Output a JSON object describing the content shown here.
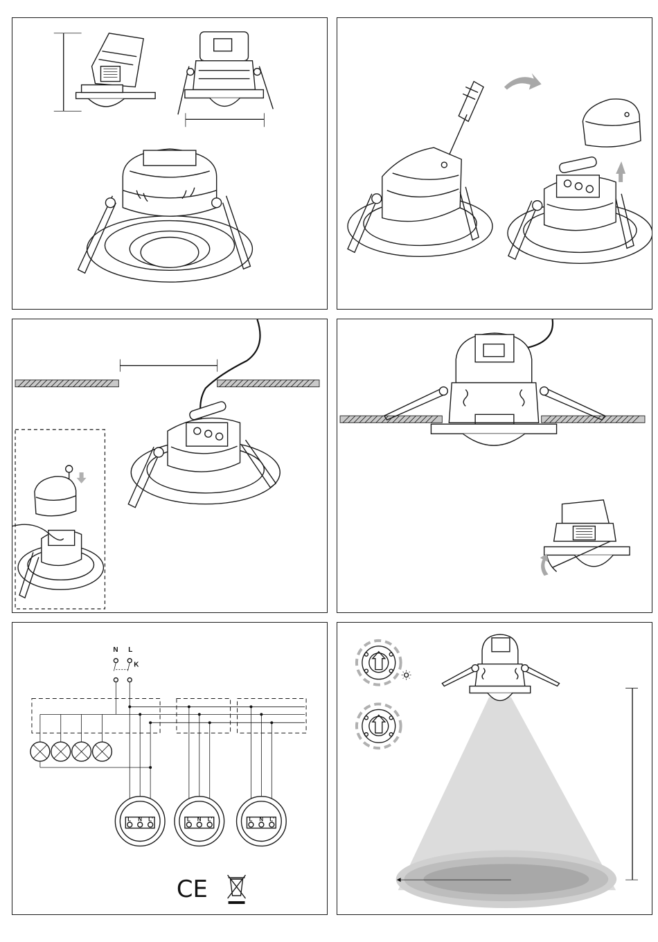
{
  "wiring": {
    "supply_neutral": "N",
    "supply_live": "L",
    "switch": "K",
    "terminal_labels": [
      "L",
      "N",
      "L'"
    ]
  },
  "ceiling_pattern_color": "#8c8c8c",
  "arrow_color": "#9a9a9a",
  "cone_colors": [
    "#d8d8d8",
    "#bdbdbd",
    "#a8a8a8"
  ],
  "marks": {
    "ce": "CE",
    "weee": "crossed-out-bin-icon"
  }
}
